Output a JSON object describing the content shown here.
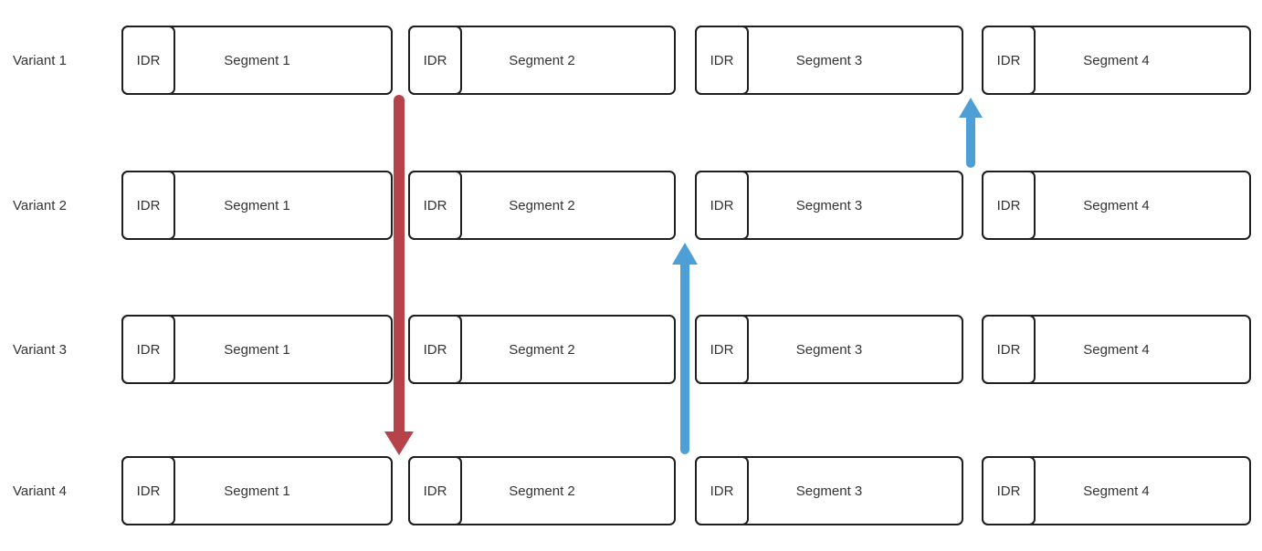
{
  "colors": {
    "background": "#ffffff",
    "box_border": "#1f1f1f",
    "text": "#333333",
    "red_arrow": "#b6434a",
    "blue_arrow": "#4f9fd7"
  },
  "variants": [
    {
      "label": "Variant 1",
      "segments": [
        {
          "idr": "IDR",
          "name": "Segment 1"
        },
        {
          "idr": "IDR",
          "name": "Segment 2"
        },
        {
          "idr": "IDR",
          "name": "Segment 3"
        },
        {
          "idr": "IDR",
          "name": "Segment 4"
        }
      ]
    },
    {
      "label": "Variant 2",
      "segments": [
        {
          "idr": "IDR",
          "name": "Segment 1"
        },
        {
          "idr": "IDR",
          "name": "Segment 2"
        },
        {
          "idr": "IDR",
          "name": "Segment 3"
        },
        {
          "idr": "IDR",
          "name": "Segment 4"
        }
      ]
    },
    {
      "label": "Variant 3",
      "segments": [
        {
          "idr": "IDR",
          "name": "Segment 1"
        },
        {
          "idr": "IDR",
          "name": "Segment 2"
        },
        {
          "idr": "IDR",
          "name": "Segment 3"
        },
        {
          "idr": "IDR",
          "name": "Segment 4"
        }
      ]
    },
    {
      "label": "Variant 4",
      "segments": [
        {
          "idr": "IDR",
          "name": "Segment 1"
        },
        {
          "idr": "IDR",
          "name": "Segment 2"
        },
        {
          "idr": "IDR",
          "name": "Segment 3"
        },
        {
          "idr": "IDR",
          "name": "Segment 4"
        }
      ]
    }
  ],
  "arrows": [
    {
      "id": "red-down",
      "color": "#b6434a",
      "direction": "down",
      "spans": "Variant 1 to Variant 4, between Segment 1 and Segment 2 columns"
    },
    {
      "id": "blue-long-up",
      "color": "#4f9fd7",
      "direction": "up",
      "spans": "Variant 4 to Variant 2, between Segment 2 and Segment 3 columns"
    },
    {
      "id": "blue-short-up",
      "color": "#4f9fd7",
      "direction": "up",
      "spans": "Variant 2 to Variant 1, between Segment 3 and Segment 4 columns"
    }
  ]
}
